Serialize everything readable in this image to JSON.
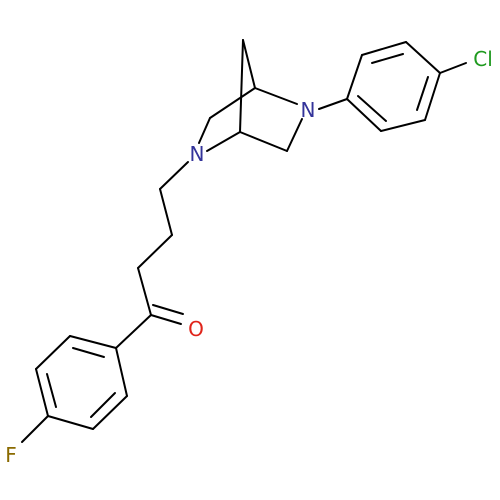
{
  "atoms": {
    "N1": {
      "symbol": "N"
    },
    "N2": {
      "symbol": "N"
    },
    "O": {
      "symbol": "O"
    },
    "Cl": {
      "symbol": "Cl"
    },
    "F": {
      "symbol": "F"
    }
  },
  "colors": {
    "bond": "#000000",
    "N": "#33339a",
    "O": "#e0241a",
    "Cl": "#1f9a1f",
    "F": "#8a6a00"
  }
}
